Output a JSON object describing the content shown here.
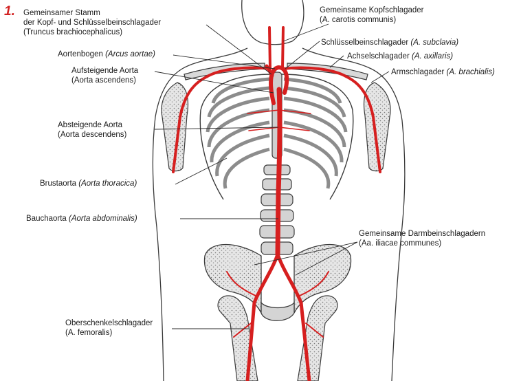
{
  "figure_marker": "1.",
  "colors": {
    "artery": "#d61f1f",
    "bone": "#b5b5b5",
    "outline": "#3a3a3a",
    "leader": "#2a2a2a"
  },
  "labels": {
    "truncus_line1": "Gemeinsamer Stamm",
    "truncus_line2": "der Kopf- und Schlüsselbeinschlagader",
    "truncus_latin": "(Truncus brachiocephalicus)",
    "carotis_de": "Gemeinsame Kopfschlagader",
    "carotis_latin": "(A. carotis communis)",
    "arcus_de": "Aortenbogen",
    "arcus_latin": "(Arcus aortae)",
    "subclavia_de": "Schlüsselbeinschlagader",
    "subclavia_latin": "(A. subclavia)",
    "axillaris_de": "Achselschlagader",
    "axillaris_latin": "(A. axillaris)",
    "ascendens_de": "Aufsteigende Aorta",
    "ascendens_latin": "(Aorta ascendens)",
    "brachialis_de": "Armschlagader",
    "brachialis_latin": "(A. brachialis)",
    "descendens_de": "Absteigende Aorta",
    "descendens_latin": "(Aorta descendens)",
    "thoracica_de": "Brustaorta",
    "thoracica_latin": "(Aorta thoracica)",
    "abdominalis_de": "Bauchaorta",
    "abdominalis_latin": "(Aorta abdominalis)",
    "iliacae_de": "Gemeinsame Darmbeinschlagadern",
    "iliacae_latin": "(Aa. iliacae communes)",
    "femoralis_de": "Oberschenkelschlagader",
    "femoralis_latin": "(A. femoralis)"
  }
}
